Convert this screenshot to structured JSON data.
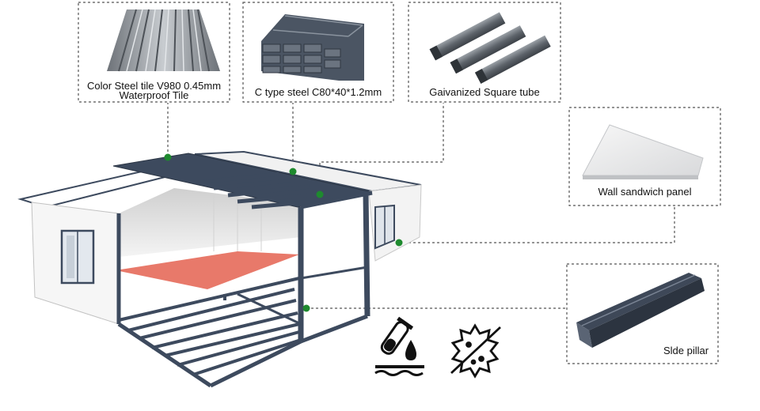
{
  "components": {
    "color_steel_tile": {
      "label_line1": "Color Steel tile  V980 0.45mm",
      "label_line2": "Waterproof Tile"
    },
    "c_type_steel": {
      "label": "C type steel  C80*40*1.2mm"
    },
    "square_tube": {
      "label": "Gaivanized Square tube"
    },
    "wall_panel": {
      "label": "Wall sandwich panel"
    },
    "side_pillar": {
      "label": "Slde pillar"
    }
  },
  "feature_icons": [
    "waterproof-icon",
    "anti-corrosion-icon"
  ],
  "colors": {
    "frame": "#3d4a5e",
    "wall": "#f3f3f3",
    "floor": "#e8796a",
    "marker": "#1e8a2e",
    "dash": "#555555"
  }
}
